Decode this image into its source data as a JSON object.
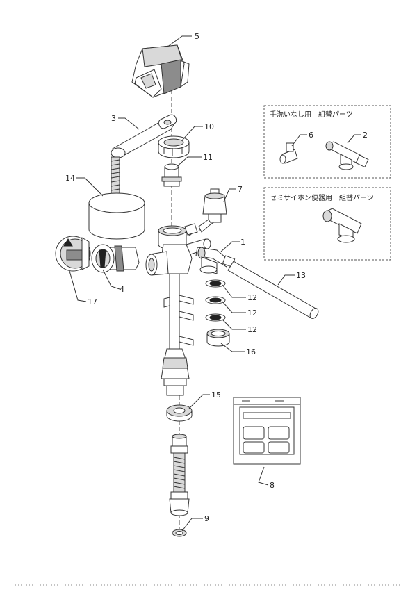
{
  "diagram": {
    "callouts": [
      "1",
      "2",
      "3",
      "4",
      "5",
      "6",
      "7",
      "8",
      "9",
      "10",
      "11",
      "12",
      "12",
      "12",
      "13",
      "14",
      "15",
      "16",
      "17"
    ],
    "box_a": {
      "title": "手洗いなし用　組替パーツ"
    },
    "box_b": {
      "title": "セミサイホン便器用　組替パーツ"
    }
  }
}
